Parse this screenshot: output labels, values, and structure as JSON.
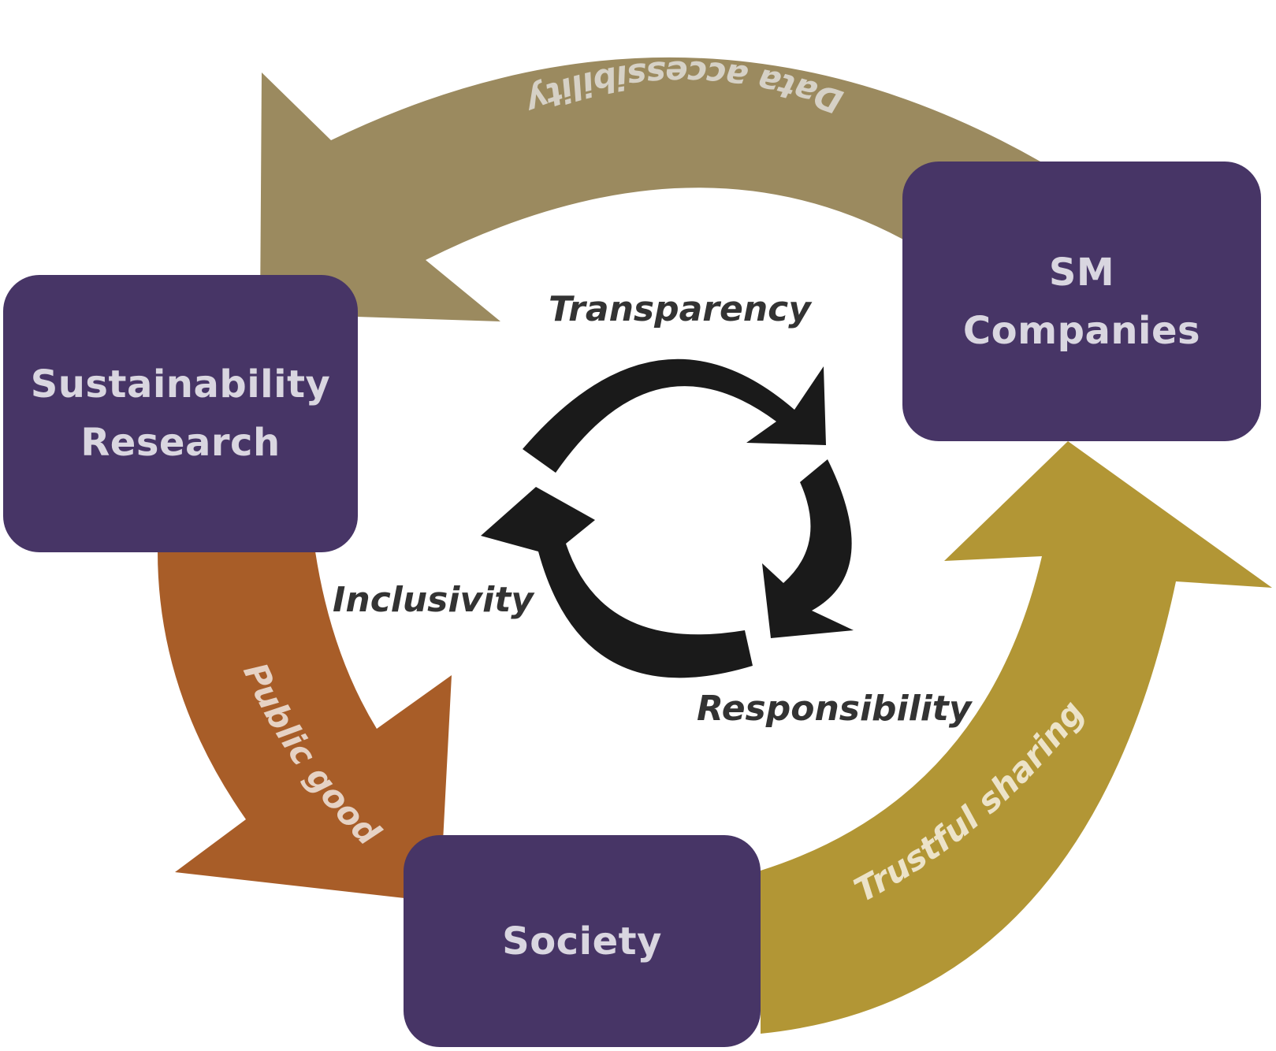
{
  "colors": {
    "box_fill": "#473566",
    "box_text": "#d9d6e0",
    "data_arrow": "#9b8a5f",
    "data_arrow_text": "#d6d1c6",
    "public_arrow": "#a85d28",
    "public_arrow_text": "#e6d2c4",
    "trust_arrow": "#b29635",
    "trust_arrow_text": "#ece3c8",
    "cycle_arrows": "#1a1a1a",
    "theme_text": "#333333"
  },
  "nodes": {
    "research": {
      "line1": "Sustainability",
      "line2": "Research"
    },
    "sm": {
      "line1": "SM",
      "line2": "Companies"
    },
    "society": {
      "label": "Society"
    }
  },
  "flows": {
    "data": "Data accessibility",
    "public": "Public good",
    "trust": "Trustful sharing"
  },
  "themes": {
    "transparency": "Transparency",
    "inclusivity": "Inclusivity",
    "responsibility": "Responsibility"
  }
}
